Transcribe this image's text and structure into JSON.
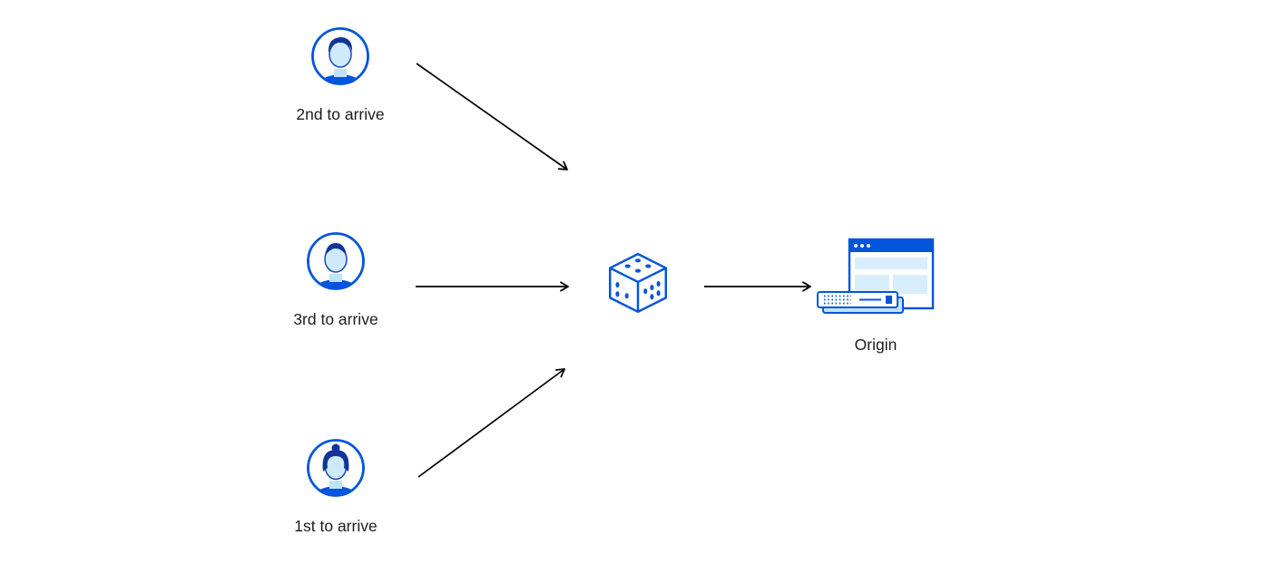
{
  "diagram": {
    "title": "",
    "nodes": {
      "user_second": {
        "label": "2nd to arrive",
        "icon": "male-avatar"
      },
      "user_third": {
        "label": "3rd to arrive",
        "icon": "male-avatar"
      },
      "user_first": {
        "label": "1st to arrive",
        "icon": "female-avatar"
      },
      "dice": {
        "label": "",
        "icon": "dice"
      },
      "origin": {
        "label": "Origin",
        "icon": "origin-server-browser"
      }
    },
    "edges": [
      {
        "from": "user_second",
        "to": "dice"
      },
      {
        "from": "user_third",
        "to": "dice"
      },
      {
        "from": "user_first",
        "to": "dice"
      },
      {
        "from": "dice",
        "to": "origin"
      }
    ],
    "colors": {
      "primary_blue": "#0055dc",
      "dark_navy": "#123597",
      "light_blue": "#d9eefc",
      "pale_blue": "#bfe3fa",
      "arrow_black": "#000000",
      "text": "#1c1c1e",
      "background": "#ffffff"
    }
  }
}
